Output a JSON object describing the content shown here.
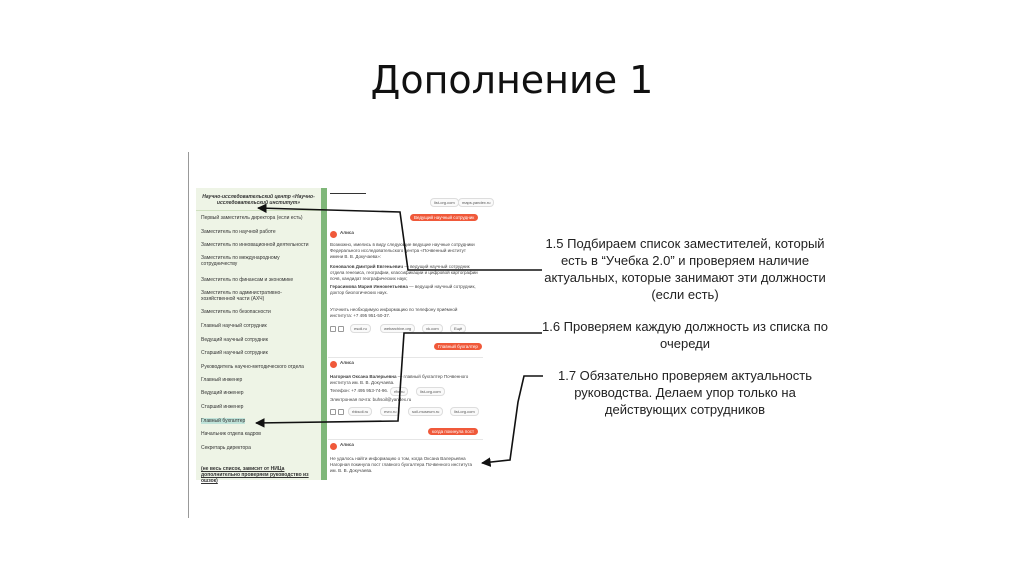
{
  "slide": {
    "title": "Дополнение 1"
  },
  "sidebar": {
    "header": "Научно-исследовательский центр «Научно-исследовательский институт»",
    "items": [
      "Первый заместитель директора (если есть)",
      "Заместитель  по научной работе",
      "Заместитель  по инновационной деятельности",
      "Заместитель  по международному сотрудничеству",
      "Заместитель  по финансам и экономике",
      "Заместитель  по административно-хозяйственной части (АХЧ)",
      "Заместитель  по безопасности",
      "Главный научный сотрудник",
      "Ведущий научный сотрудник",
      "Старший научный сотрудник",
      "Руководитель научно-методического отдела",
      "Главный инженер",
      "Ведущий инженер",
      "Старший инженер",
      "Главный бухгалтер",
      "Начальник отдела кадров",
      "Секретарь директора"
    ],
    "note": "(не весь список, зависит от НИЦа дополнительно проверяем руководство из ошзок)"
  },
  "chat": {
    "top_chips": [
      "list-org.com",
      "maps.yandex.ru"
    ],
    "request_1": "Ведущий научный сотрудник",
    "bot_name": "Алиса",
    "answer_1_intro": "Возможно, имелись в виду следующие ведущие научные сотрудники Федерального исследовательского центра «Почвенный институт имени В. В. Докучаева»:",
    "answer_1_p1_name": "Коновалов Дмитрий Евгеньевич",
    "answer_1_p1_text": "— ведущий научный сотрудник отдела генезиса, географии, классификации и цифровой картографии почв, кандидат географических наук;",
    "answer_1_p2_name": "Герасимова Мария Иннокентьевна",
    "answer_1_p2_text": "— ведущий научный сотрудник, доктор биологических наук.",
    "answer_1_outro": "Уточнить необходимую информацию по телефону приёмной института: +7 495 951-50-37.",
    "answer_1_chips": [
      "esoil.ru",
      "webarchive.org",
      "vk.com",
      "Ещё"
    ],
    "request_2": "Главный бухгалтер",
    "answer_2_name": "Нагорная Оксана Валерьевна",
    "answer_2_text": "— главный бухгалтер Почвенного института им. В. В. Докучаева.",
    "answer_2_phone": "Телефон: +7 495 953-74-96.",
    "answer_2_email": "Электронная почта: buhsoil@yandex.ru",
    "answer_2_chips": [
      "rfbr.ru",
      "list-org.com"
    ],
    "answer_2_chips_row2": [
      "rbksoil.ru",
      "evro.ru",
      "soil-museum.ru",
      "list-org.com"
    ],
    "request_3": "когда покинула пост",
    "answer_3_text": "Не удалось найти информацию о том, когда Оксана Валерьевна Нагорная покинула пост главного бухгалтера Почвенного института им. В. В. Докучаева."
  },
  "annotations": {
    "a1": "1.5  Подбираем список заместителей, который есть в “Учебка 2.0” и проверяем наличие актуальных, которые занимают эти должности (если есть)",
    "a2": "1.6  Проверяем каждую должность из списка по очереди",
    "a3": "1.7  Обязательно проверяем актуальность руководства. Делаем упор только на действующих сотрудников"
  },
  "colors": {
    "panel_bg": "#eef4e6",
    "panel_bar": "#7fb779",
    "accent_button": "#f0593a",
    "highlight": "#bfe3d9"
  }
}
